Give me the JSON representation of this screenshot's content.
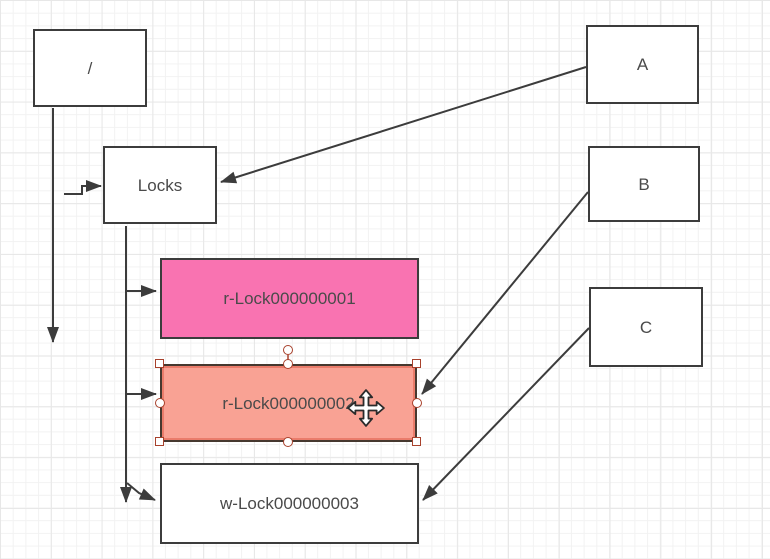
{
  "nodes": {
    "root": {
      "label": "/"
    },
    "locks": {
      "label": "Locks"
    },
    "rlock1": {
      "label": "r-Lock000000001",
      "fill": "#f973b1"
    },
    "rlock2": {
      "label": "r-Lock000000002",
      "fill": "#f9a294",
      "state": "selected"
    },
    "wlock3": {
      "label": "w-Lock000000003",
      "fill": "#ffffff"
    },
    "client_a": {
      "label": "A"
    },
    "client_b": {
      "label": "B"
    },
    "client_c": {
      "label": "C"
    }
  },
  "edges": [
    {
      "from": "root",
      "to": "down"
    },
    {
      "from": "tree",
      "to": "locks"
    },
    {
      "from": "client_a",
      "to": "locks"
    },
    {
      "from": "client_b",
      "to": "rlock2"
    },
    {
      "from": "client_c",
      "to": "wlock3"
    },
    {
      "from": "locks",
      "to": "trunk-down"
    },
    {
      "from": "trunk",
      "to": "rlock1"
    },
    {
      "from": "trunk",
      "to": "rlock2"
    },
    {
      "from": "trunk",
      "to": "wlock3"
    }
  ],
  "colors": {
    "node_border": "#3c3c3c",
    "edge": "#3c3c3c",
    "selection_handle": "#a8412c",
    "rlock1_fill": "#f973b1",
    "rlock2_fill": "#f9a294",
    "grid_minor": "#f2f2f2",
    "grid_major": "#e7e7e7"
  }
}
